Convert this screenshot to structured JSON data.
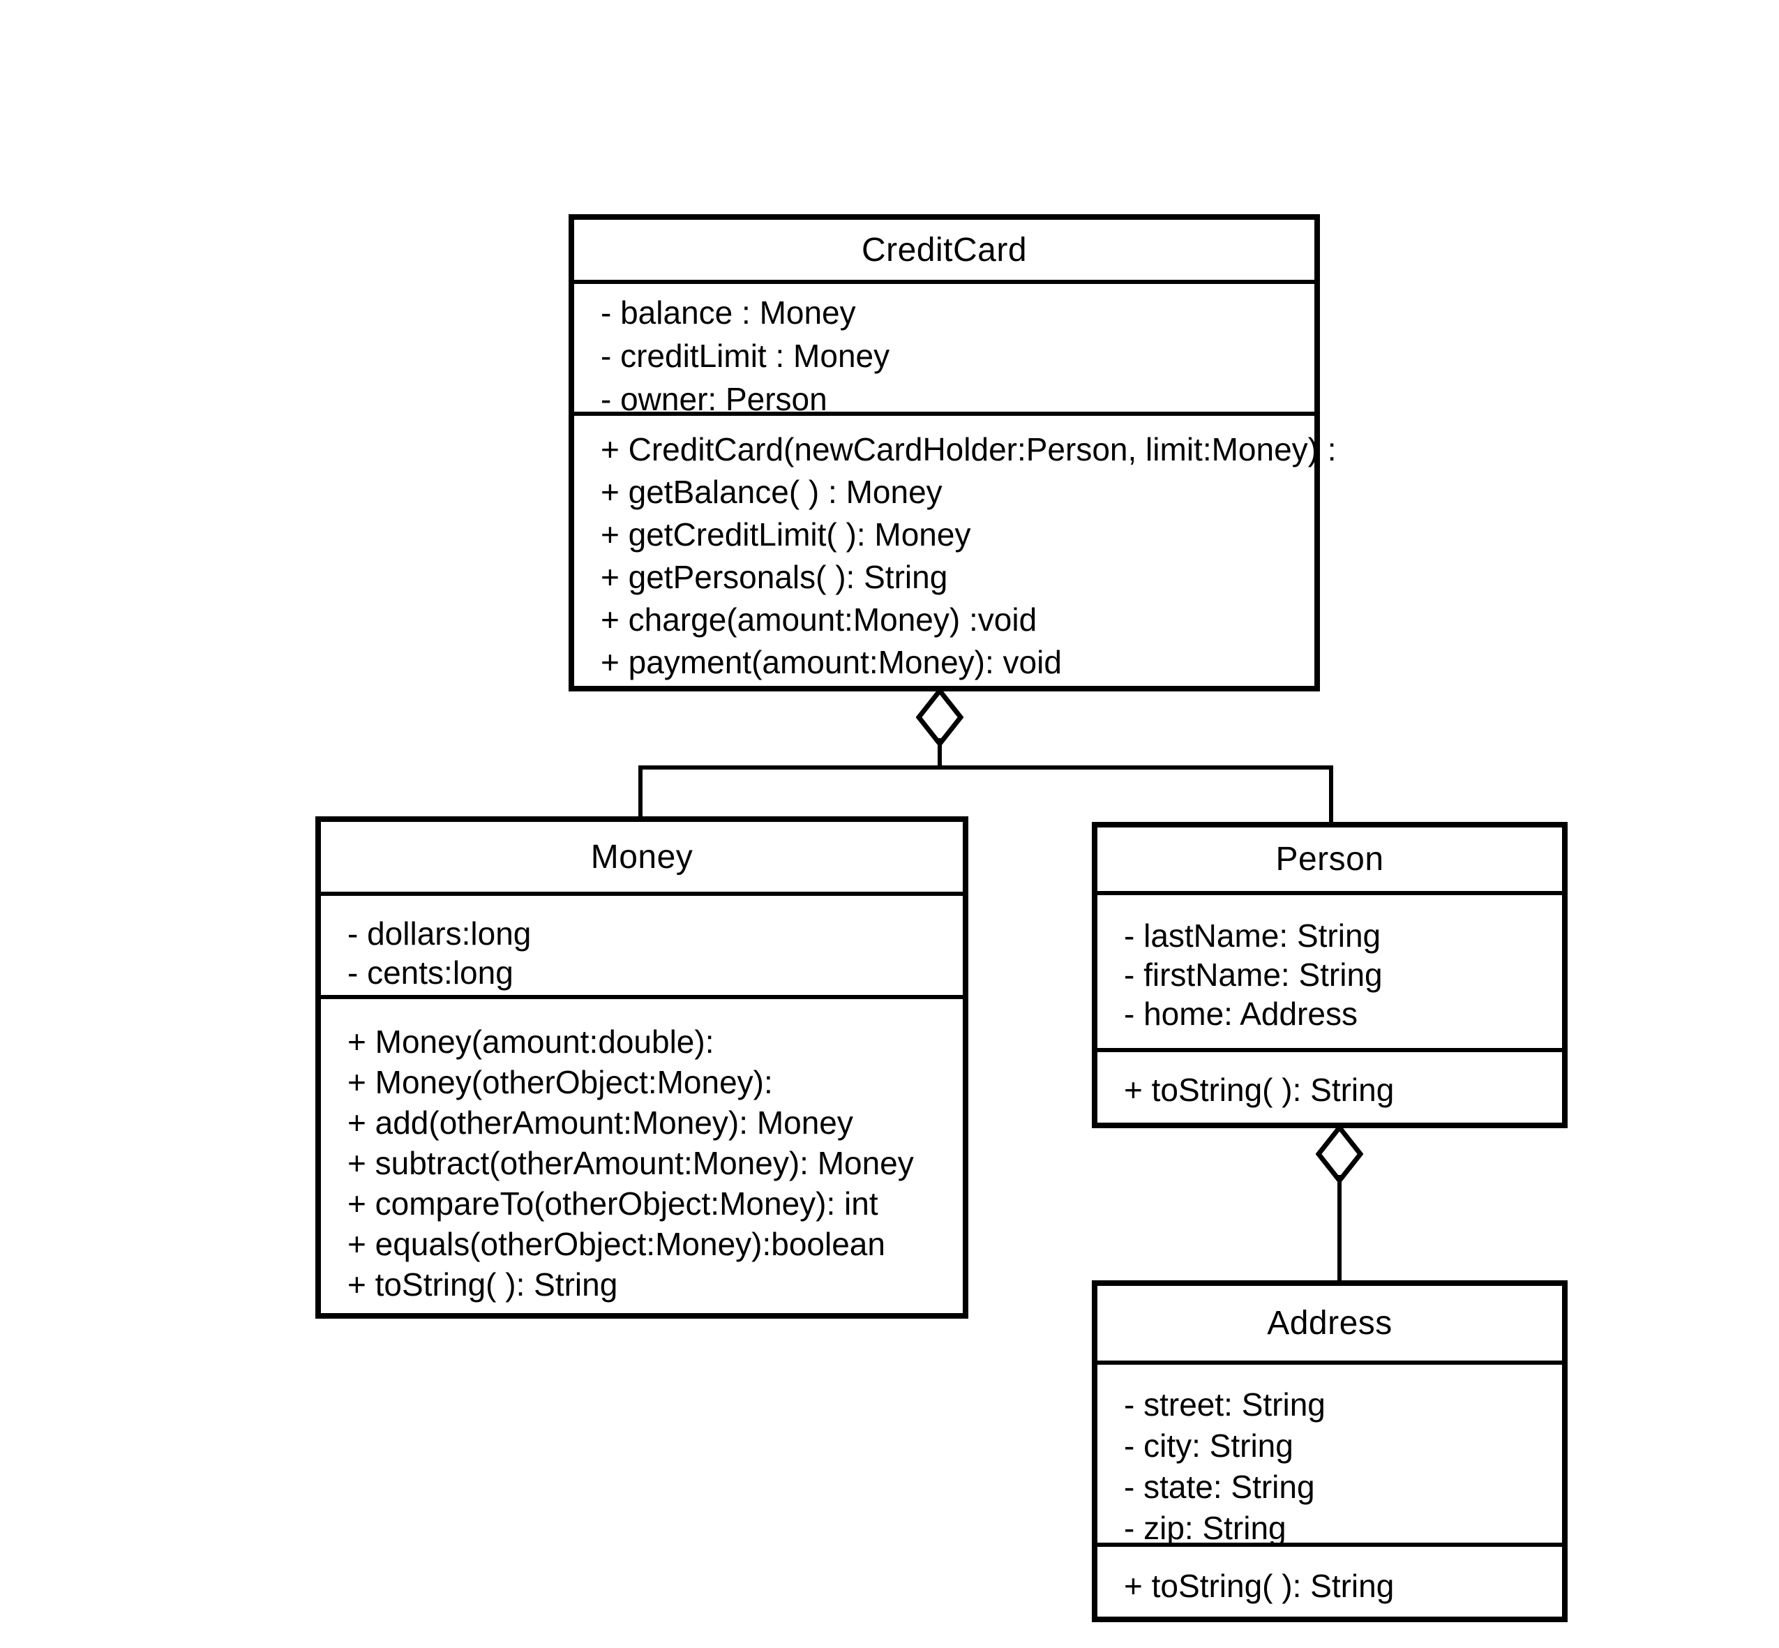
{
  "diagram": {
    "type": "uml-class-diagram",
    "background_color": "#ffffff",
    "line_color": "#000000",
    "classes": [
      {
        "name": "CreditCard",
        "attributes": [
          "- balance : Money",
          "- creditLimit : Money",
          "- owner: Person"
        ],
        "methods": [
          "+ CreditCard(newCardHolder:Person, limit:Money) :",
          "+ getBalance( ) : Money",
          "+ getCreditLimit( ): Money",
          "+ getPersonals( ): String",
          "+ charge(amount:Money) :void",
          "+ payment(amount:Money): void"
        ]
      },
      {
        "name": "Money",
        "attributes": [
          "- dollars:long",
          "- cents:long"
        ],
        "methods": [
          "+ Money(amount:double):",
          "+ Money(otherObject:Money):",
          "+ add(otherAmount:Money): Money",
          "+ subtract(otherAmount:Money): Money",
          "+ compareTo(otherObject:Money): int",
          "+ equals(otherObject:Money):boolean",
          "+ toString( ): String"
        ]
      },
      {
        "name": "Person",
        "attributes": [
          "- lastName: String",
          "- firstName: String",
          "- home: Address"
        ],
        "methods": [
          "+ toString( ): String"
        ]
      },
      {
        "name": "Address",
        "attributes": [
          "- street: String",
          "- city: String",
          "- state: String",
          "- zip: String"
        ],
        "methods": [
          "+ toString( ): String"
        ]
      }
    ],
    "relationships": [
      {
        "type": "aggregation",
        "owner": "CreditCard",
        "parts": [
          "Money",
          "Person"
        ]
      },
      {
        "type": "aggregation",
        "owner": "Person",
        "parts": [
          "Address"
        ]
      }
    ]
  }
}
